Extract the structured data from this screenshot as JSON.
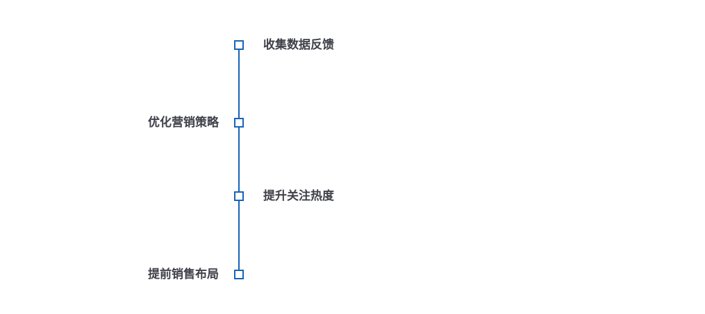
{
  "diagram": {
    "type": "vertical-timeline",
    "nodes": [
      {
        "label": "收集数据反馈",
        "side": "right"
      },
      {
        "label": "优化营销策略",
        "side": "left"
      },
      {
        "label": "提升关注热度",
        "side": "right"
      },
      {
        "label": "提前销售布局",
        "side": "left"
      }
    ]
  },
  "colors": {
    "accent": "#1763B8",
    "label_text": "#3F4049",
    "background": "#FFFFFF"
  }
}
